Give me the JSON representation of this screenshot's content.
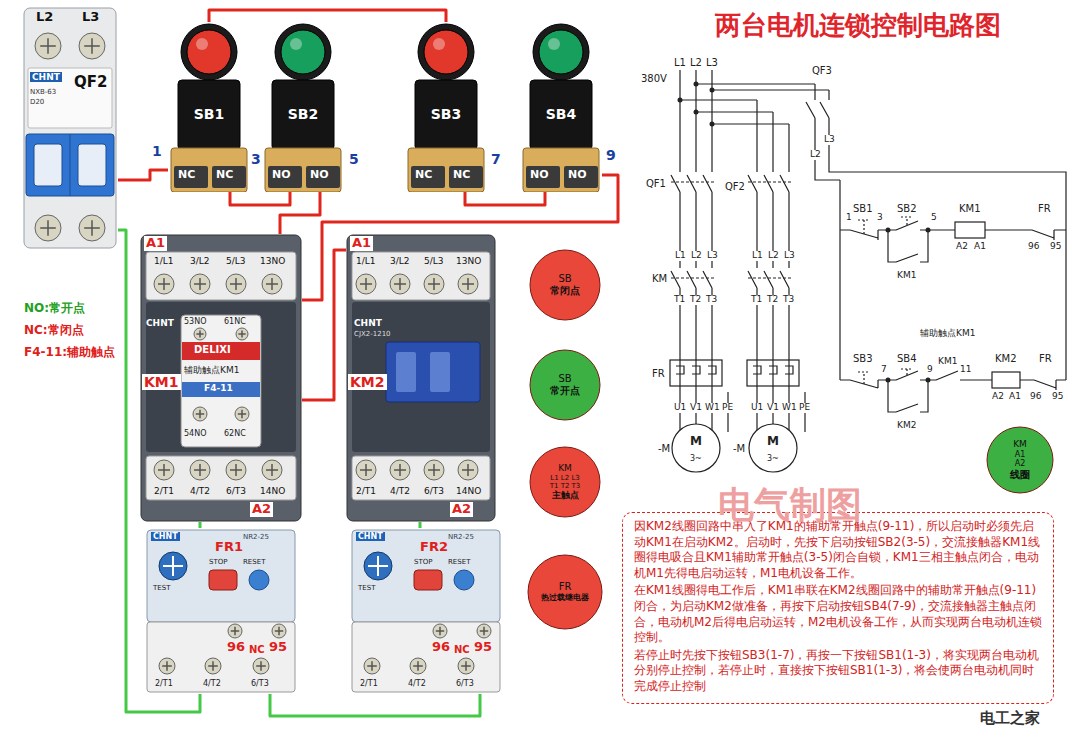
{
  "diagram": {
    "title": "两台电机连锁控制电路图",
    "nodes": [
      {
        "text": [
          "L2",
          "L3",
          "CHNT",
          "NXB-63",
          "D20",
          "QF2"
        ]
      },
      {
        "text": [
          "SB1",
          "NC",
          "NC"
        ]
      },
      {
        "text": [
          "SB2",
          "NO",
          "NO"
        ]
      },
      {
        "text": [
          "SB3",
          "NC",
          "NC"
        ]
      },
      {
        "text": [
          "SB4",
          "NO",
          "NO"
        ]
      },
      {
        "text": [
          "A1",
          "1/L1",
          "3/L2",
          "5/L3",
          "13NO",
          "CHNT",
          "KM1",
          "2/T1",
          "4/T2",
          "6/T3",
          "14NO",
          "A2"
        ]
      },
      {
        "text": [
          "53NO",
          "61NC",
          "DELIXI",
          "辅助触点KM1",
          "F4-11",
          "54NO",
          "62NC"
        ],
        "in": 5
      },
      {
        "text": [
          "A1",
          "1/L1",
          "3/L2",
          "5/L3",
          "13NO",
          "CHNT",
          "CJX2-1210",
          "KM2",
          "2/T1",
          "4/T2",
          "6/T3",
          "14NO",
          "A2"
        ]
      },
      {
        "text": [
          "CHNT",
          "NR2-25",
          "FR1",
          "STOP",
          "RESET",
          "TEST",
          "96",
          "NC",
          "95",
          "2/T1",
          "4/T2",
          "6/T3"
        ]
      },
      {
        "text": [
          "CHNT",
          "NR2-25",
          "FR2",
          "STOP",
          "RESET",
          "TEST",
          "96",
          "NC",
          "95",
          "2/T1",
          "4/T2",
          "6/T3"
        ]
      },
      {
        "text": [
          "SB",
          "常闭点"
        ]
      },
      {
        "text": [
          "SB",
          "常开点"
        ]
      },
      {
        "text": [
          "KM",
          "L1 L2 L3",
          "T1 T2 T3",
          "主触点"
        ]
      },
      {
        "text": [
          "FR",
          "热过载继电器"
        ]
      },
      {
        "text": [
          "KM",
          "A1",
          "A2",
          "线圈"
        ]
      },
      {
        "text": [
          "因KM2线圈回路中串入了KM1的辅助常开触点(9-11)，所以启动时必须先启动KM1在启动KM2。启动时，先按下启动按钮SB2(3-5)，交流接触器KM1线圈得电吸合且KM1辅助常开触点(3-5)闭合自锁，KM1三相主触点闭合，电动机M1先得电启动运转，M1电机设备工作。",
          "在KM1线圈得电工作后，KM1串联在KM2线圈回路中的辅助常开触点(9-11)闭合，为启动KM2做准备，再按下启动按钮SB4(7-9)，交流接触器主触点闭合，电动机M2后得电启动运转，M2电机设备工作，从而实现两台电动机连锁控制。",
          "若停止时先按下按钮SB3(1-7)，再按一下按钮SB1(1-3)，将实现两台电动机分别停止控制，若停止时，直接按下按钮SB1(1-3)，将会使两台电动机同时完成停止控制"
        ]
      }
    ],
    "edges": [
      {
        "from": 0,
        "to": 1,
        "arrow": "none"
      },
      {
        "from": 1,
        "to": 2,
        "arrow": "none"
      },
      {
        "from": 2,
        "to": 5,
        "arrow": "none"
      },
      {
        "from": 1,
        "to": 3,
        "arrow": "none"
      },
      {
        "from": 3,
        "to": 4,
        "arrow": "none"
      },
      {
        "from": 4,
        "to": 5,
        "arrow": "none"
      },
      {
        "from": 5,
        "to": 7,
        "arrow": "none"
      },
      {
        "from": 5,
        "to": 8,
        "arrow": "none"
      },
      {
        "from": 7,
        "to": 9,
        "arrow": "none"
      },
      {
        "from": 8,
        "to": 9,
        "arrow": "none"
      },
      {
        "from": 0,
        "to": 8,
        "arrow": "none"
      }
    ],
    "labels": [
      "1",
      "3",
      "5",
      "7",
      "9",
      "电气制图",
      "L1",
      "L2",
      "L3",
      "380V",
      "QF3",
      "L3",
      "L2",
      "QF1",
      "QF2",
      "KM",
      "L1",
      "L2",
      "L3",
      "L1",
      "L2",
      "L3",
      "T1",
      "T2",
      "T3",
      "T1",
      "T2",
      "T3",
      "FR",
      "U1",
      "V1",
      "W1",
      "PE",
      "U1",
      "V1",
      "W1",
      "PE",
      "-M",
      "M",
      "3~",
      "-M",
      "M",
      "3~",
      "SB1",
      "SB2",
      "KM1",
      "FR",
      "1",
      "3",
      "5",
      "KM1",
      "A2",
      "A1",
      "96",
      "95",
      "SB3",
      "SB4",
      "辅助触点KM1",
      "KM1",
      "KM2",
      "FR",
      "7",
      "9",
      "11",
      "A2",
      "A1",
      "96",
      "95",
      "KM2",
      "电工之家"
    ],
    "legend": [
      {
        "text": "NO:常开点"
      },
      {
        "text": "NC:常闭点"
      },
      {
        "text": "F4-11:辅助触点"
      }
    ]
  }
}
